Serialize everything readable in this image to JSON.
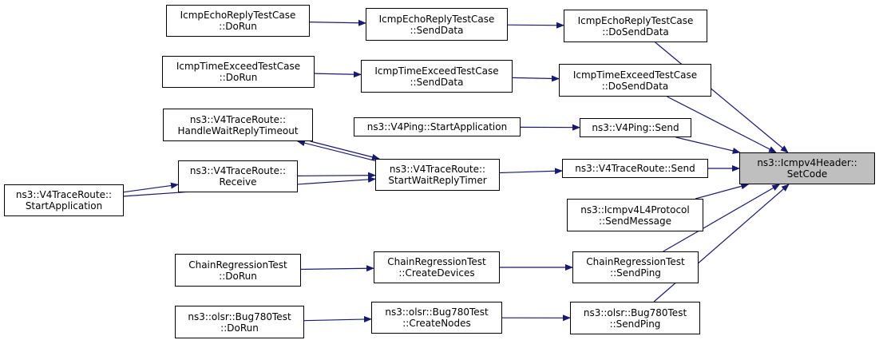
{
  "colors": {
    "edge": "#191970",
    "node_border": "#000000",
    "root_fill": "#bfbfbf",
    "node_fill": "#ffffff"
  },
  "nodes": {
    "setcode": {
      "line1": "ns3::Icmpv4Header::",
      "line2": "SetCode"
    },
    "echo_dosenddata": {
      "line1": "IcmpEchoReplyTestCase",
      "line2": "::DoSendData"
    },
    "echo_senddata": {
      "line1": "IcmpEchoReplyTestCase",
      "line2": "::SendData"
    },
    "echo_dorun": {
      "line1": "IcmpEchoReplyTestCase",
      "line2": "::DoRun"
    },
    "time_dosenddata": {
      "line1": "IcmpTimeExceedTestCase",
      "line2": "::DoSendData"
    },
    "time_senddata": {
      "line1": "IcmpTimeExceedTestCase",
      "line2": "::SendData"
    },
    "time_dorun": {
      "line1": "IcmpTimeExceedTestCase",
      "line2": "::DoRun"
    },
    "ping_send": {
      "line1": "ns3::V4Ping::Send"
    },
    "ping_startapp": {
      "line1": "ns3::V4Ping::StartApplication"
    },
    "tr_send": {
      "line1": "ns3::V4TraceRoute::Send"
    },
    "tr_startwait": {
      "line1": "ns3::V4TraceRoute::",
      "line2": "StartWaitReplyTimer"
    },
    "tr_handlewait": {
      "line1": "ns3::V4TraceRoute::",
      "line2": "HandleWaitReplyTimeout"
    },
    "tr_receive": {
      "line1": "ns3::V4TraceRoute::",
      "line2": "Receive"
    },
    "tr_startapp": {
      "line1": "ns3::V4TraceRoute::",
      "line2": "StartApplication"
    },
    "icmpv4l4_sendmessage": {
      "line1": "ns3::Icmpv4L4Protocol",
      "line2": "::SendMessage"
    },
    "chain_sendping": {
      "line1": "ChainRegressionTest",
      "line2": "::SendPing"
    },
    "chain_createdevices": {
      "line1": "ChainRegressionTest",
      "line2": "::CreateDevices"
    },
    "chain_dorun": {
      "line1": "ChainRegressionTest",
      "line2": "::DoRun"
    },
    "bug_sendping": {
      "line1": "ns3::olsr::Bug780Test",
      "line2": "::SendPing"
    },
    "bug_createnodes": {
      "line1": "ns3::olsr::Bug780Test",
      "line2": "::CreateNodes"
    },
    "bug_dorun": {
      "line1": "ns3::olsr::Bug780Test",
      "line2": "::DoRun"
    }
  },
  "edges": [
    [
      "echo_dorun",
      "echo_senddata"
    ],
    [
      "echo_senddata",
      "echo_dosenddata"
    ],
    [
      "echo_dosenddata",
      "setcode"
    ],
    [
      "time_dorun",
      "time_senddata"
    ],
    [
      "time_senddata",
      "time_dosenddata"
    ],
    [
      "time_dosenddata",
      "setcode"
    ],
    [
      "ping_startapp",
      "ping_send"
    ],
    [
      "ping_send",
      "setcode"
    ],
    [
      "tr_send",
      "setcode"
    ],
    [
      "tr_startwait",
      "tr_send"
    ],
    [
      "tr_startwait",
      "tr_handlewait"
    ],
    [
      "tr_handlewait",
      "tr_startwait"
    ],
    [
      "tr_receive",
      "tr_startwait"
    ],
    [
      "tr_startapp",
      "tr_receive"
    ],
    [
      "tr_startapp",
      "tr_startwait"
    ],
    [
      "icmpv4l4_sendmessage",
      "setcode"
    ],
    [
      "chain_dorun",
      "chain_createdevices"
    ],
    [
      "chain_createdevices",
      "chain_sendping"
    ],
    [
      "chain_sendping",
      "setcode"
    ],
    [
      "bug_dorun",
      "bug_createnodes"
    ],
    [
      "bug_createnodes",
      "bug_sendping"
    ],
    [
      "bug_sendping",
      "setcode"
    ]
  ]
}
